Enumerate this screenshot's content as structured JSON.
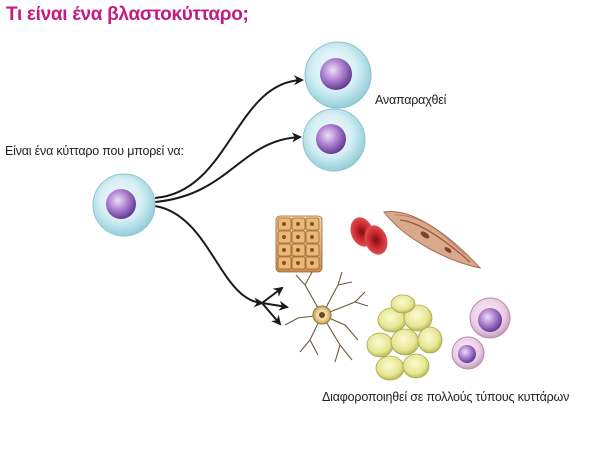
{
  "title": "Τι είναι ένα βλαστοκύτταρο;",
  "labels": {
    "source": "Είναι ένα κύτταρο που μπορεί να:",
    "self_renew": "Αναπαραχθεί",
    "differentiate": "Διαφοροποιηθεί σε πολλούς τύπους κυττάρων"
  },
  "colors": {
    "title": "#c41a82",
    "stem_cell_outer": "#bfe6ee",
    "stem_cell_nucleus": "#8e5fb5",
    "arrow": "#1a1a1a"
  }
}
